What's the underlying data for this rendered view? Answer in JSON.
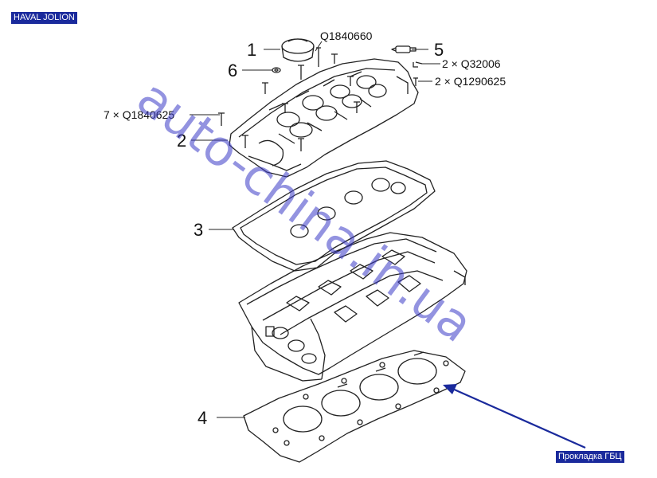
{
  "header": {
    "brand": "HAVAL JOLION"
  },
  "labels": {
    "n1": "1",
    "n2": "2",
    "n3": "3",
    "n4": "4",
    "n5": "5",
    "n6": "6",
    "code_q1840660": "Q1840660",
    "code_q32006": "2 × Q32006",
    "code_q1290625": "2 × Q1290625",
    "code_q1840625": "7 × Q1840625"
  },
  "watermark": "auto-china.in.ua",
  "callout": {
    "text": "Прокладка ГБЦ"
  },
  "colors": {
    "accent": "#1a2a9c",
    "watermark": "#3c3cc8",
    "line": "#222222"
  }
}
